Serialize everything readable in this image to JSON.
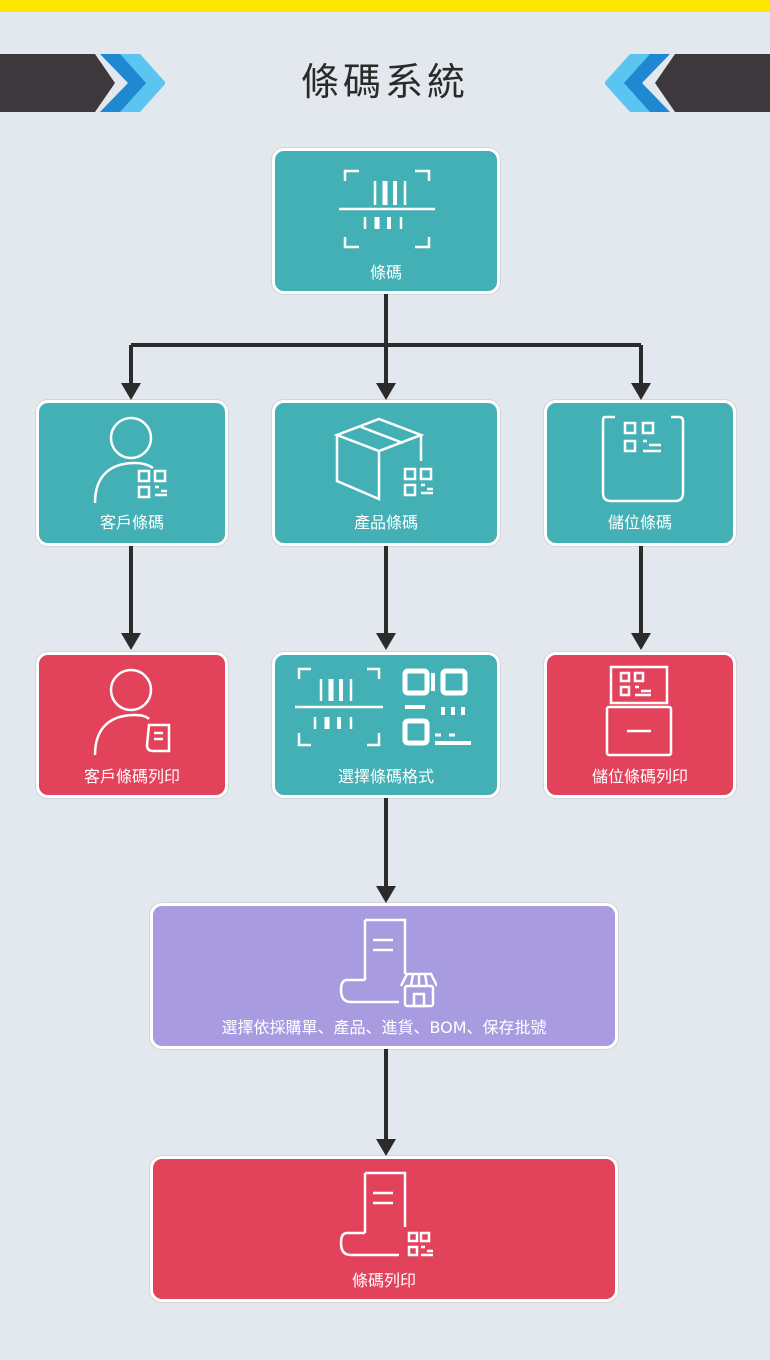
{
  "title": "條碼系統",
  "colors": {
    "teal": "#43b0b6",
    "red": "#e2435b",
    "purple": "#a99be0",
    "yellow": "#ffe600",
    "dark": "#3d383b",
    "blue": "#2aa4e4"
  },
  "nodes": {
    "barcode": {
      "label": "條碼",
      "icon": "barcode-scan-icon"
    },
    "customer_barcode": {
      "label": "客戶條碼",
      "icon": "person-qr-icon"
    },
    "product_barcode": {
      "label": "產品條碼",
      "icon": "box-qr-icon"
    },
    "location_barcode": {
      "label": "儲位條碼",
      "icon": "tablet-qr-icon"
    },
    "customer_print": {
      "label": "客戶條碼列印",
      "icon": "person-receipt-icon"
    },
    "select_format": {
      "label": "選擇條碼格式",
      "icon": "barcode-and-qr-icon"
    },
    "location_print": {
      "label": "儲位條碼列印",
      "icon": "qr-drawer-icon"
    },
    "select_source": {
      "label": "選擇依採購單、產品、進貨、BOM、保存批號",
      "icon": "receipt-store-icon"
    },
    "barcode_print": {
      "label": "條碼列印",
      "icon": "receipt-qr-icon"
    }
  }
}
